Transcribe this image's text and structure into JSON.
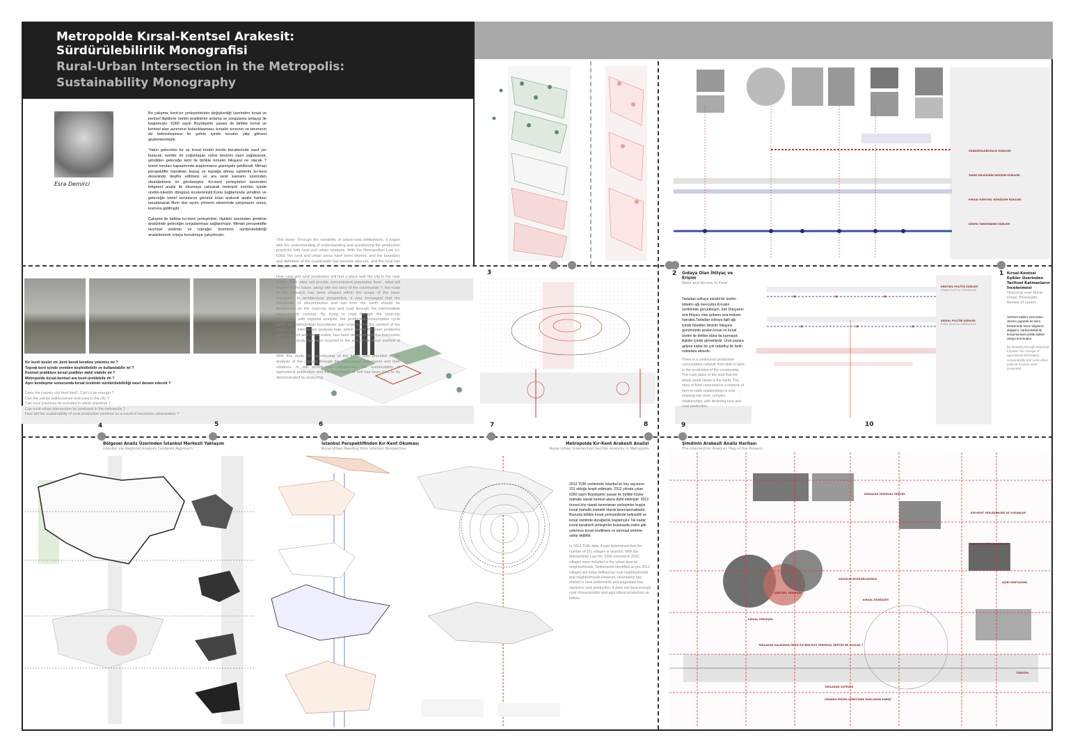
{
  "header": {
    "title_tr_1": "Metropolde Kırsal-Kentsel Arakesit:",
    "title_tr_2": "Sürdürülebilirlik Monografisi",
    "title_en_1": "Rural-Urban Intersection in the Metropolis:",
    "title_en_2": "Sustainability Monography"
  },
  "author": {
    "name": "Esra Demirci"
  },
  "intro": {
    "tr": [
      "Bu çalışma; kent-kır yerleşimlerinin değişkenliği üzerinden kırsal ve kentsel ilişkilerle üretim pratiklerini anlama ve sorgulama anlayışı ile başlamıştır. 6360 sayılı Büyükşehir yasası ile birlikte kırsal ve kentsel alan ayrımının bulanıklaşması, kırsalın sınırının ve tanımının da belirsizleşmesi ile şehrin içinde kırsalın yitip gitmesi gözlemlenmiştir.",
      "'Yakın gelecekte kır ve kırsal üretim kentin beraberinde nasıl yer bulacak, kentler de yoğunlaşan nüfus besinini nasıl sağlayacak, şimdiden geleceğe kent ile birlikte kırsalın hikayesi ne olacak ? temel soruları kapsamında araştırmanın güzergahı şekillendi. Mimari perspektifte topraktan kopuş ve toprağa dönüş eşiklerini kır-kent ekseninde deşifre edilmesi ve ara kesit kavramı üzerinden okunabilmesi ön görülmüştür. Kır-kent yerleşimleri üzerinden bölgesel analiz ile okumaya çalışarak metropol sınırları içinde üretim-tüketim döngüsü incelenmiştir.Konu bağlamında şimdinin ve geleceğin temel sorunlarını görünür kılan arakesit analiz haritası tasarlanarak fikrin doz aşımı yöntemi ekseninde çalışmanın sonuç kısmına gidilmiştir",
      "Çalışma ile birlikte kır-kent yerleşimleri, ilişkileri üzerinden şimdinin analizinde geleceğin sorgulanması sağlanmıştır. Mimari perspektifte tarımsal üretimin ve toprağın öneminin sürdürülebilirliği analizlenerek ortaya konulmaya çalışılmıştır."
    ],
    "en": [
      "This study: Through the variability of urban-rural settlements, it began with the understanding of understanding and questioning the production practices with rural and urban relations. With the Metropolitan Law no. 6360, the rural and urban areas have been blurred, and the boundary and definition of the countryside has become obscure, and the rural has disappeared.",
      "How rural and rural production will find a place with the city in the near future , how cities will provide concentrated population food , what will happen to the future, along with the story of the countryside ?, the route of the research has been shaped within the scope of the basic questions. In architectural perspective, it was envisaged that the thresholds of disconnection and soil from the earth should be deciphered on the rural-city axis and read through the intermediate cross-section concept. By trying to read through the rural-city settlements with regional analysis, the production-consumption cycle within the metropolitan boundaries was examined in the context of the subject, the intersection analysis map, which makes the basic problems of the present and future visible, has been designed and the conclusion part of the study has been reached in the axis of overdose method of the idea",
      "With this study, the questioning of the future was provided in the analysis of the present through the rural-urban settlements and their relations. In the architectural perspective, the sustainability of agricultural production and the importance of soil has been tried to be demonstrated by analyzing."
    ]
  },
  "questions": {
    "tr": [
      "Kır kenti besler mi ,kent kendi kendine yetemez mi ?",
      "Toprak kent içinde yeniden keşfedilebilir ve kullanılabilir mi ?",
      "Kentsel pratiklere kırsal pratikler dahil olabilir mi ?",
      "Metropolde kırsal-kentsel ara kesit üretilebilir mi ?",
      "Aşırı kentleşme sonucunda kırsal üretimin sürdürülebilirliği nasıl devam edecek ?"
    ],
    "en": [
      "Does the country city feed itself , Can't it be enough ?",
      "Can the soil be rediscovered and used in the city ?",
      "Can rural practices be included in urban practices ?",
      "Can rural-urban intersection be produced in the metropolis ?",
      "How will the sustainability of rural production continue as a result of excessive urbanization ?"
    ]
  },
  "section1": {
    "number": "1",
    "title_tr": "Kırsal-Kentsel Eşikler Üzerinden Tarihsel Katmanların İncelenmesi",
    "title_en": "Historical over Rural-Urban Thresholds Review of Layers",
    "text_tr": "Tarihsel eşikler üzerinden okuma yaparak kır-kent bexkerinde tarım bilgisinin değişimi, sürdürülebilirlik, kırsal-kentsel politik eşikler ortaya konmuştur.",
    "text_en": "By Reading through historical focuses, the change of agricultural information, sustainability and rural-urban political focuses were presented."
  },
  "section2": {
    "number": "2",
    "title_tr": "Gıdaya Olan İhtiyaç ve Erişim",
    "title_en": "Need and Access to Food",
    "text_tr": "Tarladan sofraya sürekli bir üretim tüketim ağı mevcuttur.Kırsalın üretiminde gerçekleşen, tüm Dünyanın ana ihtiyacı olan gıdanın ana mekanı toprakta.Tarladan sofraya ilgili ağı içinde tüketilen besinin hikayesi günümüzde azalan kırsal ve kırsal üretim ile birlikte daha da karmaşık ilişkiler içinde girmektedir. Ürün pazara gelene kadar bir çok tedarikçi ile farklı noktalara aktarılır.",
    "text_en": "There is a continuous production consumption network from field to table. In the production of the countryside; The main place of the food that the whole world needs is the earth. The story of food consumed in a network of farm-to-table relationships is now entering into more complex relationships, with declining rural and rural production."
  },
  "section3": {
    "number": "3"
  },
  "section_numbers": [
    "4",
    "5",
    "6",
    "7",
    "8",
    "9",
    "10"
  ],
  "timeline_labels": [
    {
      "tr": "KENTSEL POLİTİK EŞİKLER",
      "en": "URBAN POLITICAL THRESHOLDS"
    },
    {
      "tr": "KIRSAL POLİTİK EŞİKLER",
      "en": "RURAL POLITICAL THRESHOLDS"
    }
  ],
  "history_labels": [
    "SÜRDÜRÜLEBİLİRLİK EŞİKLERİ",
    "TARIM BİLGİSİNİN DEĞİŞİM EŞİKLERİ",
    "KIRSAL-KENTSEL DÖNÜŞÜM EŞİKLERİ",
    "DÜNYA TARİHİNDEKİ EŞİKLER"
  ],
  "bottom": {
    "s4_title": "Bölgesel Analiz Üzerinden İstanbul Merkezli Yaklaşım",
    "s4_sub": "Istanbul via Regional Analysis Centered Approach",
    "s6_title": "İstanbul Perspektifinden Kır-Kent Okuması",
    "s6_sub": "Rural-Urban Reading from Istanbul Perspective",
    "s8_title": "Metropolde Kır-Kent Arakesit Analizi",
    "s8_sub": "Rural-Urban Intersection Section Analysis in Metropolis",
    "s8_text_tr": "2012 TÜİK verilerinde İstanbul'un köy sayısının 151 olduğu tespit edilmiştir. 2012 yılında çıkan 6360 sayılı Büyükşehir yasası ile birlikte köyler mahalle olarak kentsel alana dahil edilmiştir. 2012 öncesi köy olarak tanımlanan yerleşimler bugün kırsal mahalle,mahalle olarak tanımlanmaktadır. Bununla birlikte kırsal yerleşimlerde belirsizlik ve kırsal üretimde durağanlık başlamıştır. Ne kadar kırsal karakterli yerleşimler bulunsada eskisi gibi yeterince kırsal özelliklere ve tarımsal üretime sahip değildir.",
    "s8_text_en": "In 2012 TUIK data, it was determined that the number of 151 villages in Istanbul. With the Metropolitan Law No. 6360 enacted in 2012, villages were included in the urban area as neighborhoods. Settlements identified as pre-2012 villages are today defined as rural neighborhoods and neighborhoods.However, uncertainty has started in rural settlements and stagnation has started in rural production. It does not have enough rural characteristics and agricultural production as before.",
    "s9_title": "Şimdinin Arakesit Analiz Haritası",
    "s9_sub": "The Intersection Analysis Map of the Present",
    "map_labels": [
      "KIRSALDA TARIMSAL ÜRETİM",
      "KIR-KENT YERLEŞİMLERİ VE YOĞUNLUK",
      "KIR-KENT NÜFUS DAĞILIMI",
      "KIRSALIN BOZGUNLAŞMASI",
      "KENTSEL YERLEŞİM",
      "KIRSAL DÖNÜŞÜM",
      "KIRSAL YERLEŞİM",
      "AŞIRI KENTLEŞME",
      "TARLADAN KALMAYAN ÜRÜN İLE BİRLİKTE TARIMSAL ÜRETİM NE OLACAK ?",
      "TARLADAN SOFRAYA",
      "TÜKETİM",
      "GIDANIN ERİŞİM SÜRECİNDE HARCANAN ENERJİ"
    ]
  },
  "colors": {
    "accent_red": "#c0392b",
    "accent_blue": "#3b4fa3",
    "accent_green": "#7fa37a",
    "header_bg": "#1f1f1f"
  }
}
